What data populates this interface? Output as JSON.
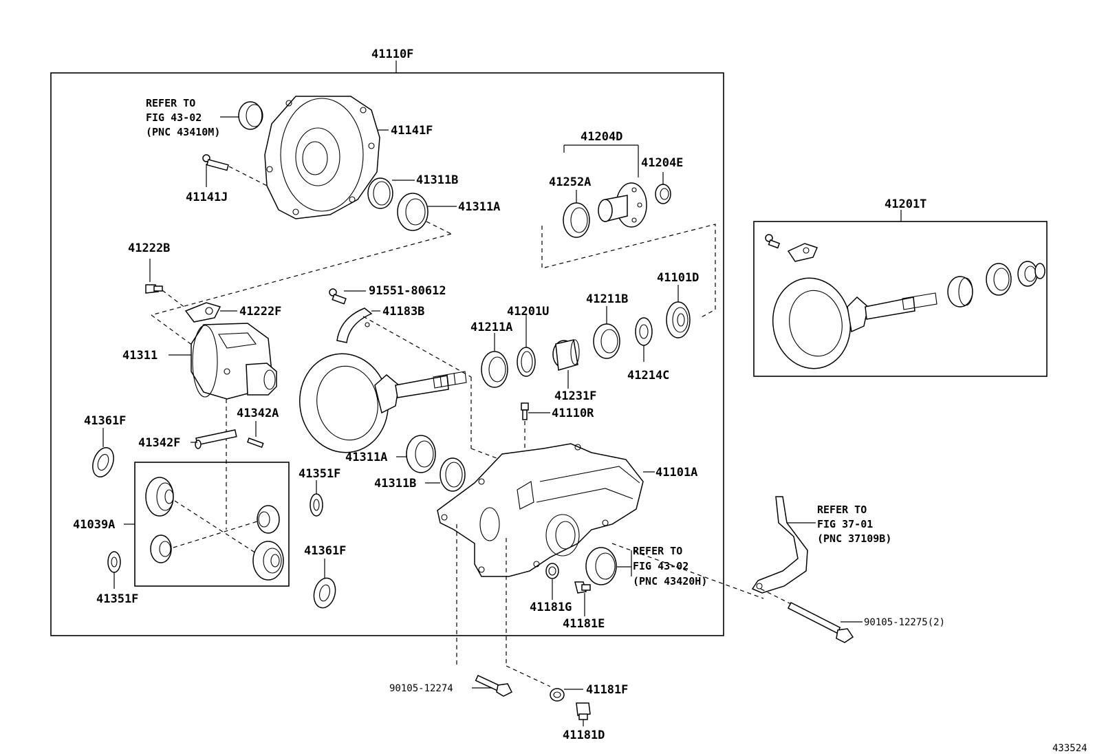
{
  "labels": {
    "assy": "41110F",
    "p41141F": "41141F",
    "p41141J": "41141J",
    "p41311B_top": "41311B",
    "p41311A_top": "41311A",
    "p41204D": "41204D",
    "p41204E": "41204E",
    "p41252A": "41252A",
    "p41222B": "41222B",
    "p41222F": "41222F",
    "p41311": "41311",
    "p91551": "91551-80612",
    "p41183B": "41183B",
    "p41211A": "41211A",
    "p41201U": "41201U",
    "p41211B": "41211B",
    "p41101D": "41101D",
    "p41214C": "41214C",
    "p41231F": "41231F",
    "p41110R": "41110R",
    "p41361F_left": "41361F",
    "p41342A": "41342A",
    "p41342F": "41342F",
    "p41311A_mid": "41311A",
    "p41311B_mid": "41311B",
    "p41351F_mid": "41351F",
    "p41101A": "41101A",
    "p41039A": "41039A",
    "p41361F_mid": "41361F",
    "p41351F_left": "41351F",
    "p41181G": "41181G",
    "p41181E": "41181E",
    "p90105_12274": "90105-12274",
    "p41181F": "41181F",
    "p41181D": "41181D",
    "p90105_12275": "90105-12275(2)",
    "p41201T": "41201T"
  },
  "refs": {
    "ref1": [
      "REFER TO",
      "FIG 43-02",
      "(PNC 43410M)"
    ],
    "ref2": [
      "REFER TO",
      "FIG 43-02",
      "(PNC 43420H)"
    ],
    "ref3": [
      "REFER TO",
      "FIG 37-01",
      "(PNC 37109B)"
    ]
  },
  "diagram_code": "433524"
}
